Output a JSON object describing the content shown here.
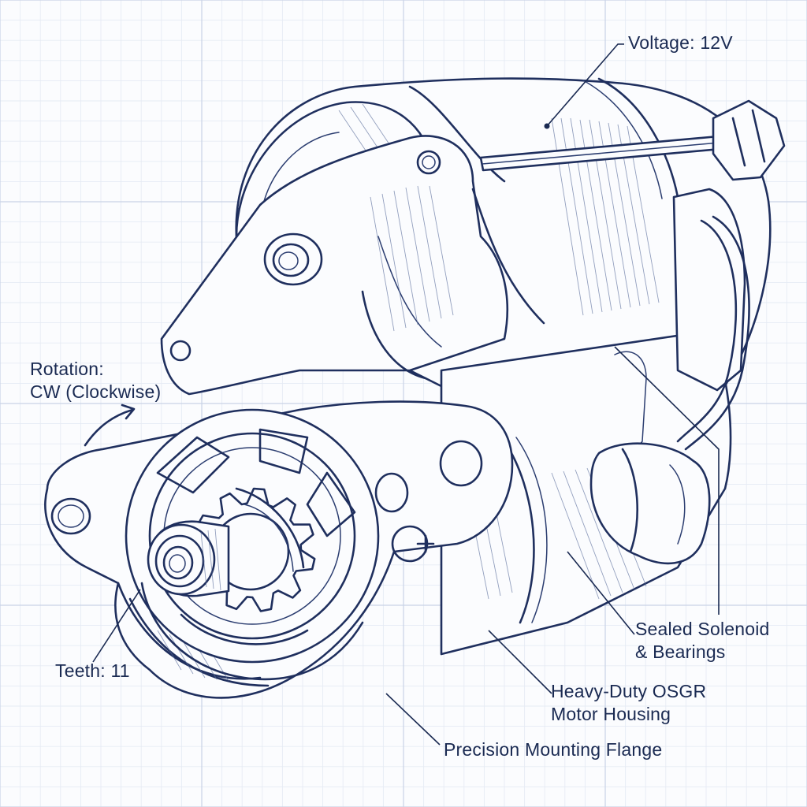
{
  "labels": {
    "voltage": "Voltage: 12V",
    "rotation_line1": "Rotation:",
    "rotation_line2": "CW (Clockwise)",
    "teeth": "Teeth: 11",
    "solenoid_line1": "Sealed Solenoid",
    "solenoid_line2": "& Bearings",
    "housing_line1": "Heavy-Duty OSGR",
    "housing_line2": "Motor Housing",
    "flange": "Precision Mounting Flange"
  },
  "colors": {
    "ink": "#1f2f5e",
    "text": "#1a2a52",
    "grid_major": "#c9d3e6",
    "grid_minor": "#e6ebf4",
    "paper": "#fbfcfe"
  },
  "pinion_teeth": 11
}
